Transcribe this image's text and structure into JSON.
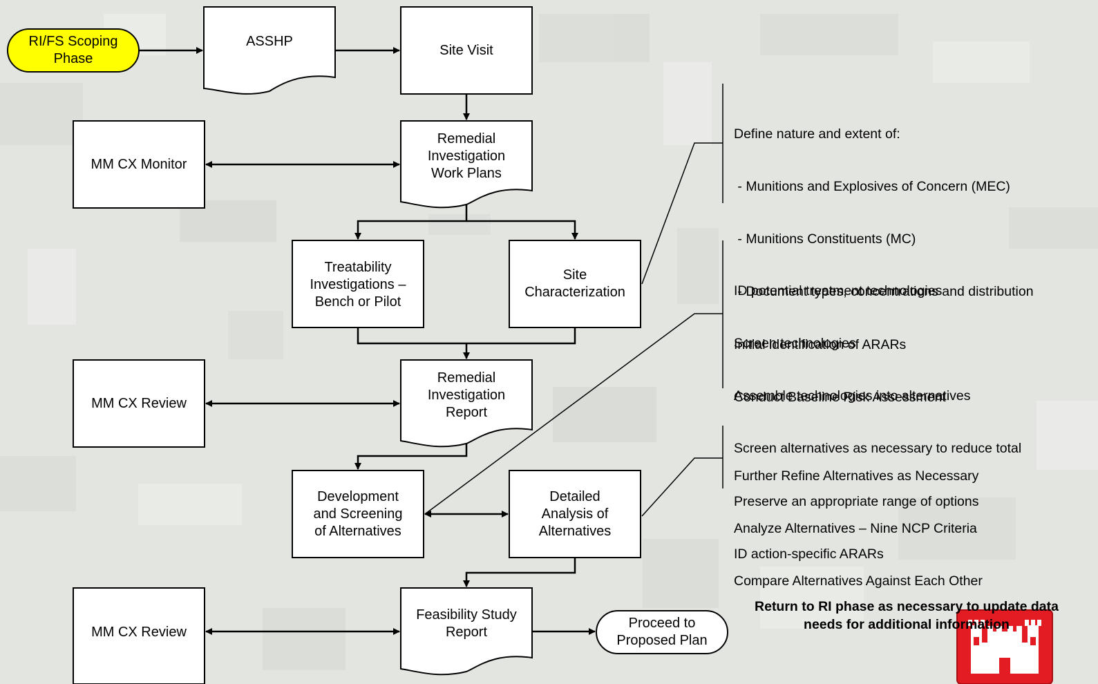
{
  "colors": {
    "terminator_start": "#ffff00",
    "box_fill": "#ffffff",
    "stroke": "#000000",
    "logo_red": "#e31b23"
  },
  "nodes": {
    "scoping": "RI/FS Scoping\nPhase",
    "asshp": "ASSHP",
    "site_visit": "Site Visit",
    "ri_work_plans": "Remedial\nInvestigation\nWork Plans",
    "mm_cx_monitor": "MM CX Monitor",
    "treatability": "Treatability\nInvestigations –\nBench or Pilot",
    "site_char": "Site\nCharacterization",
    "ri_report": "Remedial\nInvestigation\nReport",
    "mm_cx_review_1": "MM CX Review",
    "dev_screening": "Development\nand Screening\nof Alternatives",
    "detailed_analysis": "Detailed\nAnalysis of\nAlternatives",
    "fs_report": "Feasibility Study\nReport",
    "mm_cx_review_2": "MM CX Review",
    "proposed_plan": "Proceed to\nProposed Plan"
  },
  "notes": {
    "site_char": [
      "Define nature and extent of:",
      " - Munitions and Explosives of Concern (MEC)",
      " - Munitions Constituents (MC)",
      " - Document types, concentrations and distribution",
      "Initial identification of ARARs",
      "Conduct Baseline Risk Assessment"
    ],
    "dev_screening": [
      "ID potential treatment technologies",
      "Screen technologies",
      "Assemble technologies into alternatives",
      "Screen alternatives as necessary to reduce total",
      "Preserve an appropriate range of options",
      "ID action-specific ARARs"
    ],
    "dev_screening_bold": "Return to RI phase as necessary to update data\nneeds for additional information",
    "detailed_analysis": [
      "Further Refine Alternatives as Necessary",
      "Analyze Alternatives – Nine NCP Criteria",
      "Compare Alternatives Against Each Other"
    ]
  },
  "logo": {
    "name": "castle-logo-icon"
  }
}
